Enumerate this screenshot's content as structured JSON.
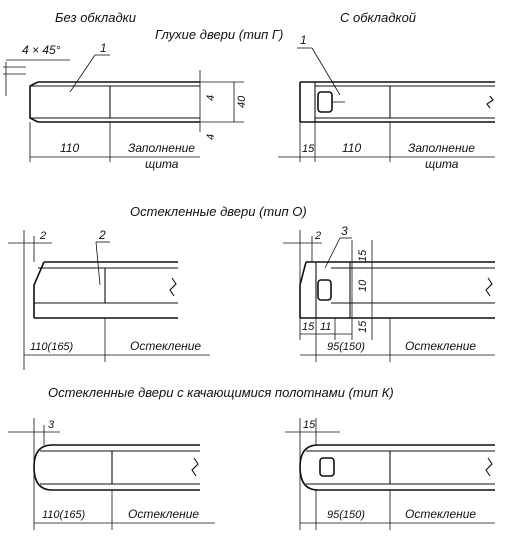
{
  "headers": {
    "left": "Без обкладки",
    "right": "С обкладкой",
    "blind_title": "Глухие двери (тип Г)",
    "glazed_title": "Остекленные двери (тип О)",
    "swing_title": "Остекленные двери с качающимися полотнами (тип К)"
  },
  "labels": {
    "chamfer": "4 × 45°",
    "filling_1": "Заполнение",
    "filling_2": "щита",
    "glazing": "Остекление"
  },
  "dims": {
    "d110": "110",
    "d40": "40",
    "d4": "4",
    "d15": "15",
    "d2": "2",
    "d3": "3",
    "d10": "10",
    "d11": "11",
    "d110_165": "110(165)",
    "d95_150": "95(150)"
  },
  "leaders": {
    "p1": "1",
    "p2": "2",
    "p3": "3"
  }
}
